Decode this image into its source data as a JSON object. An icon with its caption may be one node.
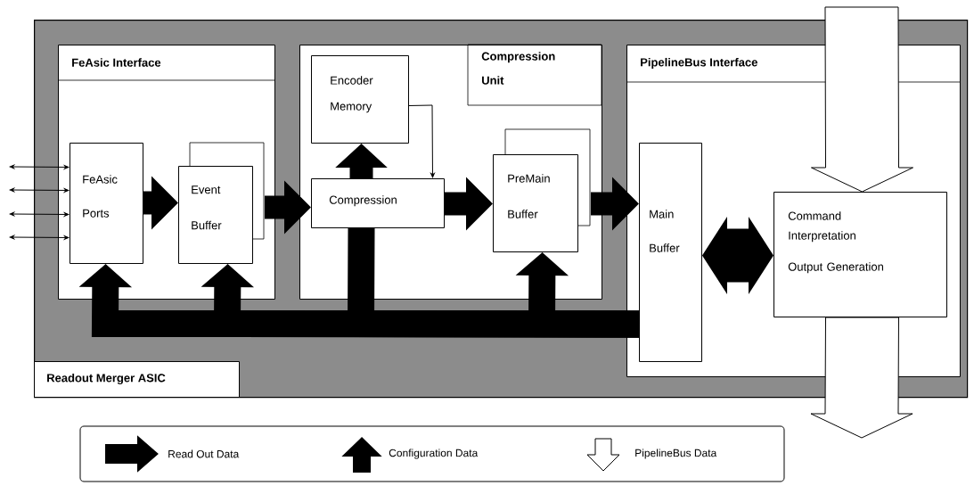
{
  "diagram": {
    "nodes": [
      {
        "text": [
          "Readout Merger ASIC"
        ]
      },
      {
        "text": [
          "FeAsic Interface"
        ],
        "in": 0
      },
      {
        "text": [
          "FeAsic Ports"
        ],
        "in": 1
      },
      {
        "text": [
          "Event Buffer"
        ],
        "in": 1
      },
      {
        "text": [
          "Compression Unit"
        ],
        "in": 0
      },
      {
        "text": [
          "Encoder Memory"
        ],
        "in": 4
      },
      {
        "text": [
          "Compression"
        ],
        "in": 4
      },
      {
        "text": [
          "PreMain Buffer"
        ],
        "in": 4
      },
      {
        "text": [
          "PipelineBus Interface"
        ],
        "in": 0
      },
      {
        "text": [
          "Main Buffer"
        ],
        "in": 8
      },
      {
        "text": [
          "Command Interpretation",
          "Output Generation"
        ],
        "in": 8
      }
    ],
    "edges": [
      {
        "from": null,
        "to": 2,
        "arrow": "both"
      },
      {
        "from": null,
        "to": 2,
        "arrow": "both"
      },
      {
        "from": null,
        "to": 2,
        "arrow": "both"
      },
      {
        "from": null,
        "to": 2,
        "arrow": "both"
      },
      {
        "from": 2,
        "to": 3,
        "arrow": "to"
      },
      {
        "from": 3,
        "to": 6,
        "arrow": "to"
      },
      {
        "from": 5,
        "to": 6,
        "arrow": "to"
      },
      {
        "from": 6,
        "to": 5,
        "arrow": "to"
      },
      {
        "from": 6,
        "to": 7,
        "arrow": "to"
      },
      {
        "from": 7,
        "to": 9,
        "arrow": "to"
      },
      {
        "from": 9,
        "to": 10,
        "arrow": "both",
        "style": "thick"
      },
      {
        "from": 9,
        "to": 2,
        "arrow": "to"
      },
      {
        "from": 9,
        "to": 3,
        "arrow": "to"
      },
      {
        "from": 9,
        "to": 6,
        "arrow": "none"
      },
      {
        "from": 9,
        "to": 7,
        "arrow": "to"
      },
      {
        "from": null,
        "to": 10,
        "arrow": "to",
        "color": "#ffffff"
      },
      {
        "from": 10,
        "to": null,
        "arrow": "to",
        "color": "#ffffff"
      }
    ],
    "legend": [
      {
        "text": "Read Out Data"
      },
      {
        "text": "Configuration Data"
      },
      {
        "text": "PipelineBus Data"
      }
    ]
  }
}
